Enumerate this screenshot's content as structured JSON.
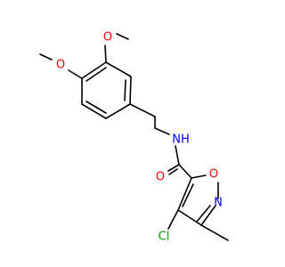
{
  "colors": {
    "bond": "#000000",
    "oxygen": "#ff0000",
    "nitrogen": "#0000ff",
    "chlorine": "#00a000",
    "carbon_label": "#000000"
  },
  "atoms": {
    "o_methoxy_top": "O",
    "o_methoxy_left": "O",
    "nh": "NH",
    "o_carbonyl": "O",
    "o_ring": "O",
    "n_ring": "N",
    "cl": "Cl"
  }
}
